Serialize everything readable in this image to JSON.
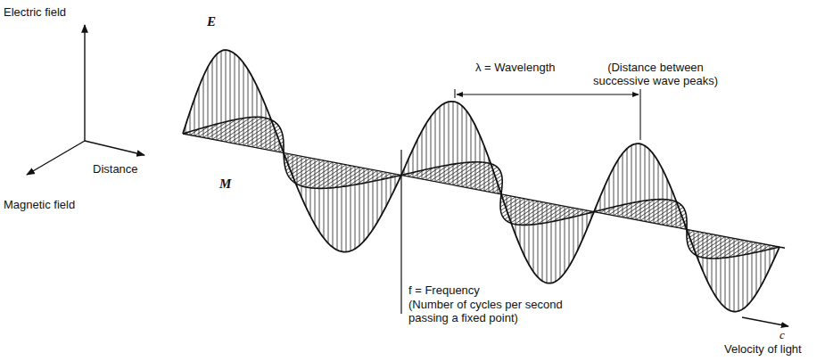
{
  "diagram": {
    "labels": [
      "Electric field",
      "Distance",
      "Magnetic field",
      "E",
      "λ = Wavelength",
      "(Distance between successive wave peaks)",
      "M",
      "f = Frequency",
      "(Number of cycles per second passing a fixed point)",
      "c",
      "Velocity of light"
    ]
  }
}
